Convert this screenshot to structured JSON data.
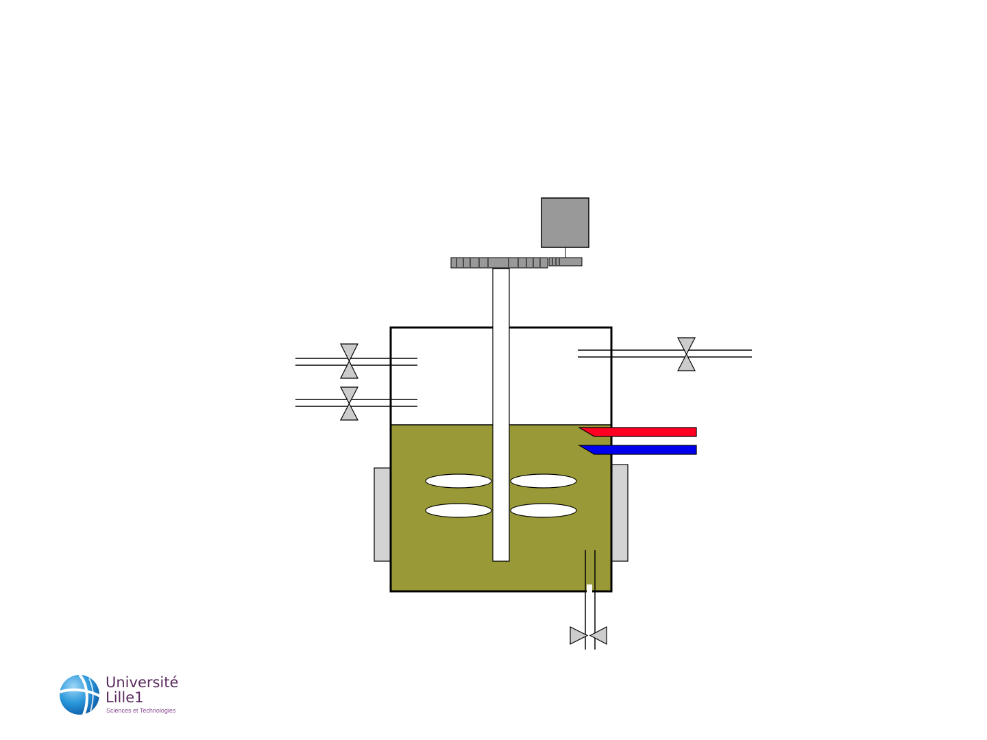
{
  "logo": {
    "name_line1": "Université",
    "name_line2": "Lille1",
    "subtitle": "Sciences et Technologies",
    "text_color": "#5a2a5e",
    "globe_color": "#1e8fd6"
  },
  "diagram": {
    "colors": {
      "liquid": "#999a37",
      "motor": "#999999",
      "gear": "#999999",
      "valve": "#cccccc",
      "jacket": "#d3d3d3",
      "hot_probe": "#ff0022",
      "cold_probe": "#0000ee",
      "outline": "#000000"
    },
    "components": [
      "motor",
      "gearbox",
      "agitator-shaft",
      "impeller-blades",
      "vessel",
      "heating-jacket",
      "inlet-valve-top",
      "inlet-valve-bottom",
      "outlet-valve-right",
      "drain-valve",
      "hot-probe",
      "cold-probe"
    ]
  }
}
